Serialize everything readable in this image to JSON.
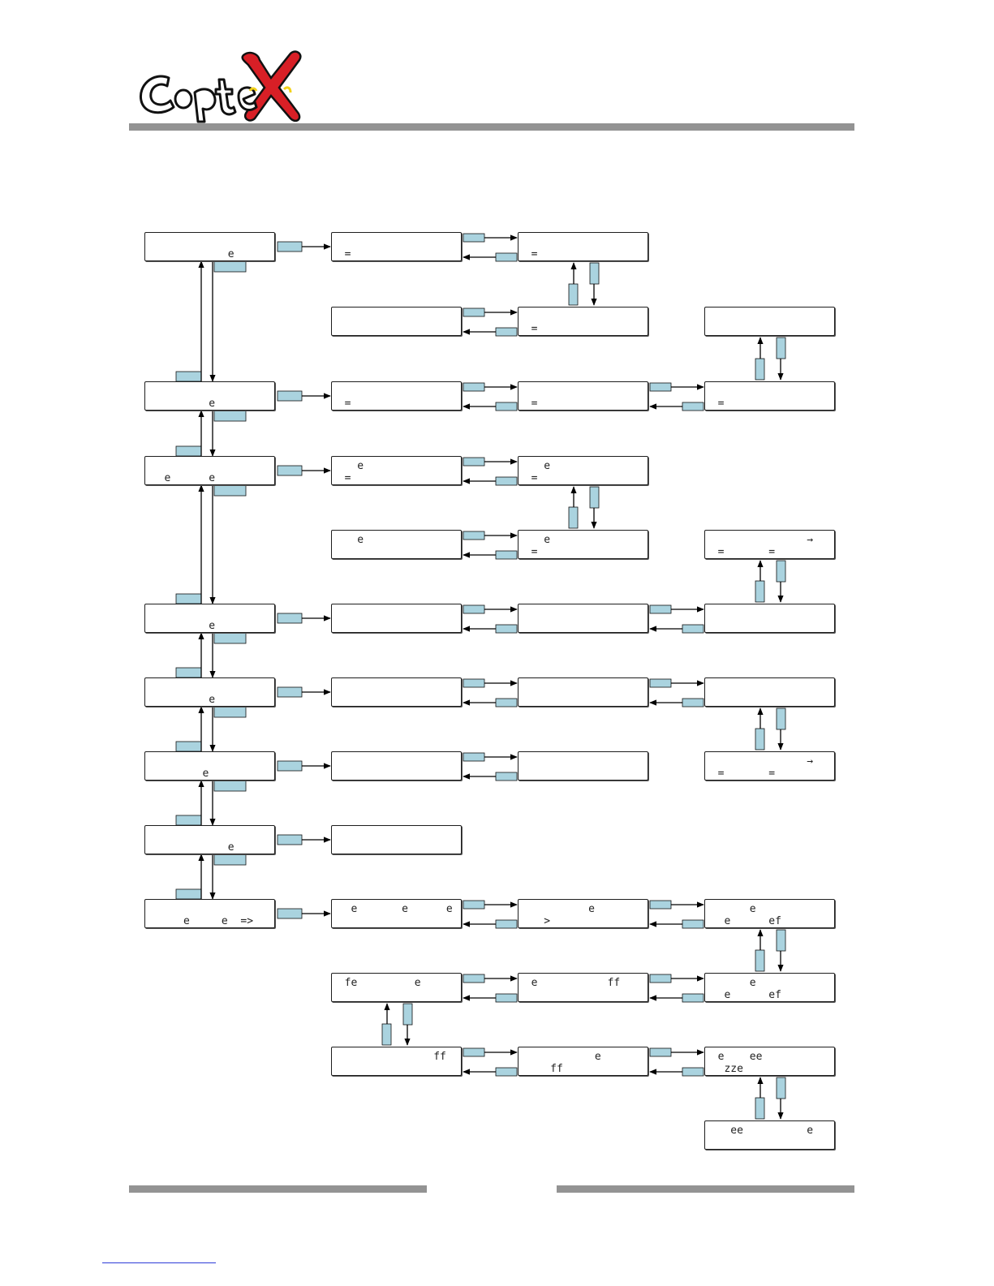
{
  "logo": {
    "text": "CopterX"
  },
  "colors": {
    "key": "#aad3df",
    "rule": "#939393",
    "line": "#000000",
    "link": "#2d3bd8"
  },
  "screens": [
    {
      "id": "s1",
      "line1": "",
      "line2": "             e"
    },
    {
      "id": "s2",
      "line1": "",
      "line2": "  ="
    },
    {
      "id": "s3",
      "line1": "",
      "line2": "  ="
    },
    {
      "id": "s4",
      "line1": "",
      "line2": ""
    },
    {
      "id": "s5",
      "line1": "",
      "line2": "  ="
    },
    {
      "id": "s6",
      "line1": "",
      "line2": ""
    },
    {
      "id": "s7",
      "line1": "",
      "line2": "          e"
    },
    {
      "id": "s8",
      "line1": "",
      "line2": "  ="
    },
    {
      "id": "s9",
      "line1": "",
      "line2": "  ="
    },
    {
      "id": "s10",
      "line1": "",
      "line2": "  ="
    },
    {
      "id": "s11",
      "line1": "",
      "line2": "   e      e"
    },
    {
      "id": "s12",
      "line1": "    e",
      "line2": "  ="
    },
    {
      "id": "s13",
      "line1": "    e",
      "line2": "  ="
    },
    {
      "id": "s14",
      "line1": "    e",
      "line2": ""
    },
    {
      "id": "s15",
      "line1": "    e",
      "line2": "  ="
    },
    {
      "id": "s16",
      "line1": "                →",
      "line2": "  =       ="
    },
    {
      "id": "s17",
      "line1": "",
      "line2": "          e"
    },
    {
      "id": "s18",
      "line1": "",
      "line2": ""
    },
    {
      "id": "s19",
      "line1": "",
      "line2": ""
    },
    {
      "id": "s20",
      "line1": "",
      "line2": ""
    },
    {
      "id": "s21",
      "line1": "",
      "line2": "          e"
    },
    {
      "id": "s22",
      "line1": "",
      "line2": ""
    },
    {
      "id": "s23",
      "line1": "",
      "line2": ""
    },
    {
      "id": "s24",
      "line1": "",
      "line2": ""
    },
    {
      "id": "s25",
      "line1": "",
      "line2": "         e"
    },
    {
      "id": "s26",
      "line1": "",
      "line2": ""
    },
    {
      "id": "s27",
      "line1": "",
      "line2": ""
    },
    {
      "id": "s28",
      "line1": "                →",
      "line2": "  =       ="
    },
    {
      "id": "s29",
      "line1": "",
      "line2": "             e"
    },
    {
      "id": "s30",
      "line1": "",
      "line2": ""
    },
    {
      "id": "s31",
      "line1": "",
      "line2": "      e     e  =>"
    },
    {
      "id": "s32",
      "line1": "   e       e      e",
      "line2": ""
    },
    {
      "id": "s33",
      "line1": "           e",
      "line2": "    >"
    },
    {
      "id": "s34",
      "line1": "       e",
      "line2": "   e      ef"
    },
    {
      "id": "s35",
      "line1": "  fe         e",
      "line2": ""
    },
    {
      "id": "s36",
      "line1": "  e           ff",
      "line2": ""
    },
    {
      "id": "s37",
      "line1": "       e",
      "line2": "   e      ef"
    },
    {
      "id": "s38",
      "line1": "                ff",
      "line2": ""
    },
    {
      "id": "s39",
      "line1": "            e",
      "line2": "     ff"
    },
    {
      "id": "s40",
      "line1": "  e    ee",
      "line2": "   zze"
    },
    {
      "id": "s41",
      "line1": "    ee          e",
      "line2": ""
    }
  ]
}
